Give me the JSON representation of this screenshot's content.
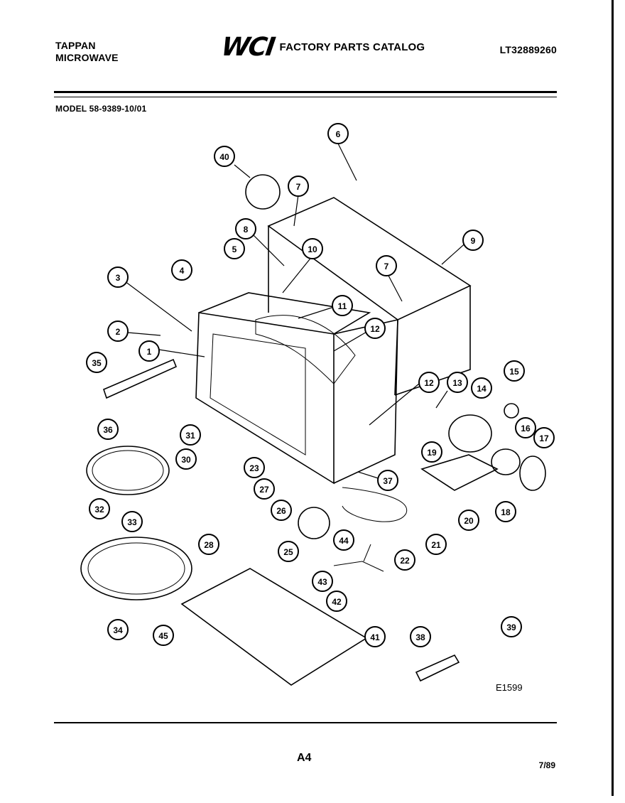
{
  "header": {
    "brand_line1": "TAPPAN",
    "brand_line2": "MICROWAVE",
    "logo_text": "WCI",
    "catalog_title": "FACTORY PARTS CATALOG",
    "doc_number": "LT32889260",
    "model": "MODEL 58-9389-10/01"
  },
  "diagram": {
    "figure_code": "E1599",
    "callouts": [
      "1",
      "2",
      "3",
      "4",
      "5",
      "6",
      "7",
      "7",
      "8",
      "9",
      "10",
      "11",
      "12",
      "12",
      "13",
      "14",
      "15",
      "16",
      "17",
      "18",
      "19",
      "20",
      "21",
      "22",
      "23",
      "25",
      "26",
      "27",
      "28",
      "30",
      "31",
      "32",
      "33",
      "34",
      "35",
      "36",
      "37",
      "38",
      "39",
      "40",
      "41",
      "42",
      "43",
      "44",
      "45"
    ]
  },
  "footer": {
    "page_code": "A4",
    "date": "7/89"
  }
}
